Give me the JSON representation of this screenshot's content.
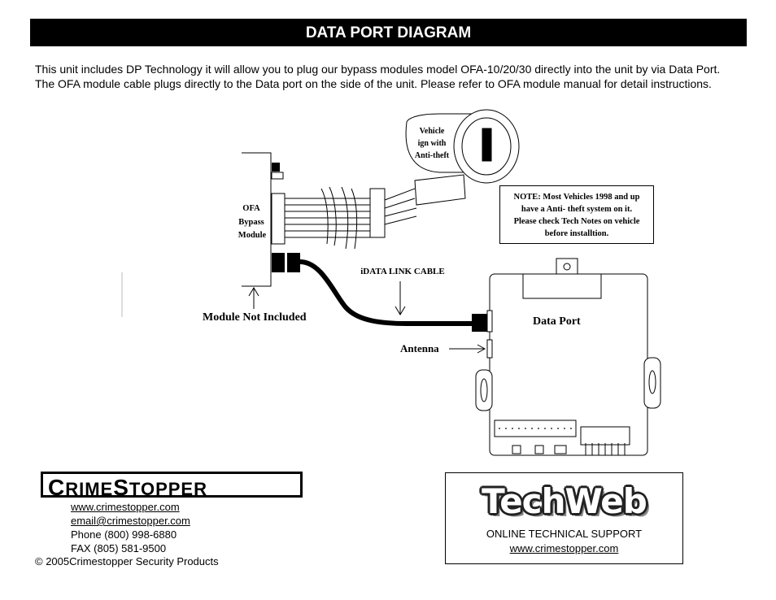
{
  "header": {
    "title": "DATA PORT DIAGRAM"
  },
  "intro": {
    "text": "This unit includes DP Technology it will allow you to plug our bypass modules model OFA-10/20/30 directly into the unit by via Data Port. The OFA module cable plugs directly to the Data port on the side of the unit.  Please refer to OFA module manual for detail instructions."
  },
  "diagram": {
    "vehicle_label": [
      "Vehicle",
      "ign with",
      "Anti-theft"
    ],
    "ofa_label": [
      "OFA",
      "Bypass",
      "Module"
    ],
    "cable_label": "iDATA LINK CABLE",
    "module_not_included": "Module Not Included",
    "data_port": "Data Port",
    "antenna": "Antenna",
    "note": [
      "NOTE: Most Vehicles 1998 and up",
      "have a Anti- theft system on it.",
      "Please check Tech Notes  on vehicle",
      "before installtion."
    ]
  },
  "footer": {
    "logo_text_1": "C",
    "logo_text_2": "RIME",
    "logo_text_3": "S",
    "logo_text_4": "TOPPER",
    "website": "www.crimestopper.com",
    "email": "email@crimestopper.com",
    "phone": "Phone (800) 998-6880",
    "fax": "FAX (805) 581-9500",
    "copyright": "© 2005Crimestopper Security Products"
  },
  "techweb": {
    "logo": "TechWeb",
    "support": "ONLINE TECHNICAL SUPPORT",
    "url": "www.crimestopper.com"
  }
}
